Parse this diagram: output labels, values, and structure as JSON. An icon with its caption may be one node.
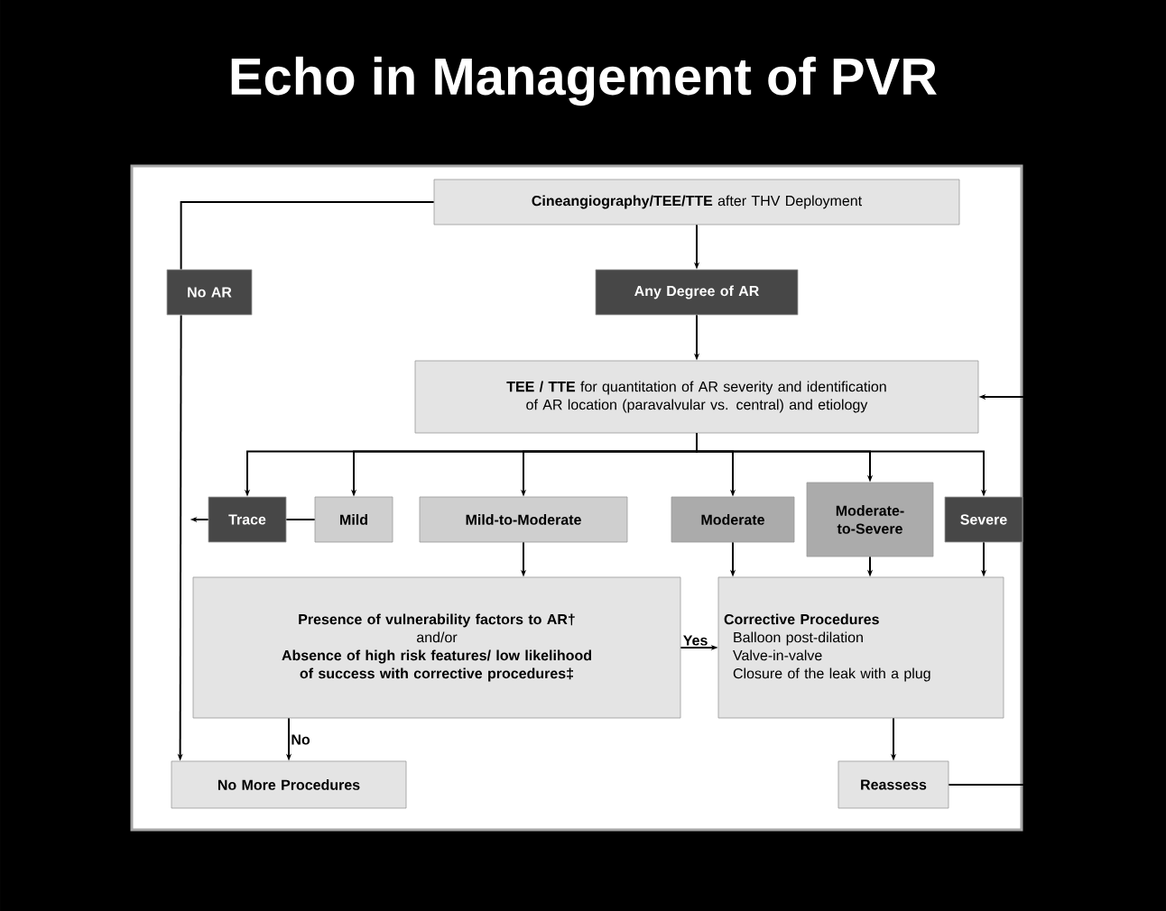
{
  "diagram": {
    "title": "Echo in Management of PVR",
    "nodes": [
      {
        "text": [
          "**Cineangiography/TEE/TTE** after THV Deployment"
        ]
      },
      {
        "text": [
          "No AR"
        ]
      },
      {
        "text": [
          "Any Degree of AR"
        ]
      },
      {
        "text": [
          "**TEE / TTE** for quantitation of AR severity and identification of AR location (paravalvular vs. central) and etiology"
        ]
      },
      {
        "text": [
          "Trace"
        ]
      },
      {
        "text": [
          "Mild"
        ]
      },
      {
        "text": [
          "Mild-to-Moderate"
        ]
      },
      {
        "text": [
          "Moderate"
        ]
      },
      {
        "text": [
          "Moderate-to-Severe"
        ]
      },
      {
        "text": [
          "Severe"
        ]
      },
      {
        "text": [
          "Presence of vulnerability factors to AR†",
          "and/or",
          "Absence of high risk features/ low likelihood of success with corrective procedures‡"
        ]
      },
      {
        "text": [
          "Corrective Procedures",
          "Balloon post-dilation",
          "Valve-in-valve",
          "Closure of the leak with a plug"
        ]
      },
      {
        "text": [
          "No More Procedures"
        ]
      },
      {
        "text": [
          "Reassess"
        ]
      }
    ],
    "edges": [
      {
        "from": 0,
        "to": 1,
        "arrow": "none"
      },
      {
        "from": 1,
        "to": 12,
        "arrow": "to"
      },
      {
        "from": 0,
        "to": 2,
        "arrow": "to"
      },
      {
        "from": 2,
        "to": 3,
        "arrow": "to"
      },
      {
        "from": 3,
        "to": 4,
        "arrow": "to"
      },
      {
        "from": 3,
        "to": 5,
        "arrow": "to"
      },
      {
        "from": 3,
        "to": 6,
        "arrow": "to"
      },
      {
        "from": 3,
        "to": 7,
        "arrow": "to"
      },
      {
        "from": 3,
        "to": 8,
        "arrow": "to"
      },
      {
        "from": 3,
        "to": 9,
        "arrow": "to"
      },
      {
        "from": 5,
        "to": 4,
        "arrow": "none"
      },
      {
        "from": 4,
        "to": null,
        "arrow": "to"
      },
      {
        "from": 6,
        "to": 10,
        "arrow": "to"
      },
      {
        "from": 7,
        "to": 11,
        "arrow": "to"
      },
      {
        "from": 8,
        "to": 11,
        "arrow": "to"
      },
      {
        "from": 9,
        "to": 11,
        "arrow": "to"
      },
      {
        "from": 10,
        "to": 11,
        "arrow": "to",
        "label": "Yes"
      },
      {
        "from": 10,
        "to": 12,
        "arrow": "to",
        "label": "No"
      },
      {
        "from": 11,
        "to": 13,
        "arrow": "to"
      },
      {
        "from": 13,
        "to": 3,
        "arrow": "to"
      }
    ]
  }
}
